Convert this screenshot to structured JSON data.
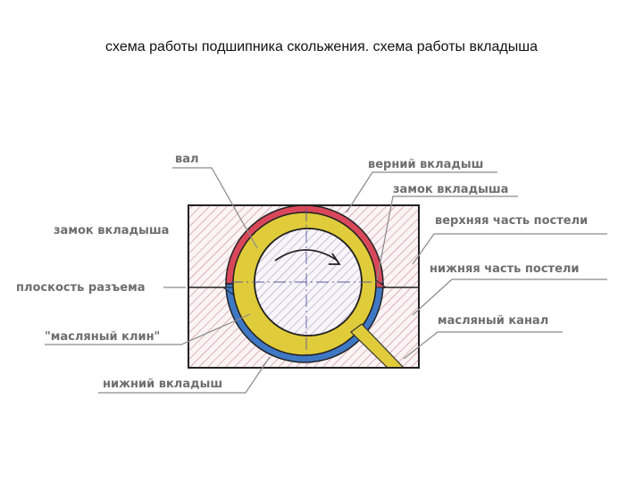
{
  "page": {
    "title": "схема работы подшипника скольжения. схема работы вкладыша"
  },
  "diagram": {
    "labels": {
      "shaft": "вал",
      "upper_liner": "верний вкладыш",
      "liner_lock_right": "замок вкладыша",
      "liner_lock_left": "замок вкладыша",
      "upper_bed": "верхняя часть постели",
      "parting_plane": "плоскость разъема",
      "lower_bed": "нижняя часть постели",
      "oil_wedge": "\"масляный клин\"",
      "oil_channel": "масляный канал",
      "lower_liner": "нижний вкладыш"
    },
    "colors": {
      "upper_liner": "#d9485a",
      "lower_liner": "#3f78c4",
      "oil_layer": "#e0cc3a",
      "hatch": "#c48a9a",
      "outline": "#222222",
      "label": "#6e6e6e",
      "leader": "#8a8a8a"
    }
  }
}
